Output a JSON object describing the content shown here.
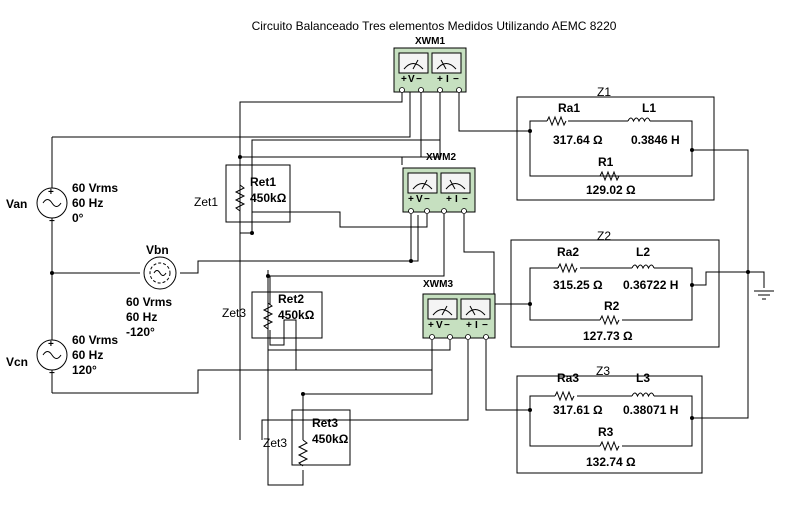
{
  "title": "Circuito Balanceado Tres elementos Medidos Utilizando AEMC 8220",
  "wattmeters": [
    {
      "name": "XWM1",
      "v_label": "V",
      "i_label": "I"
    },
    {
      "name": "XWM2",
      "v_label": "V",
      "i_label": "I"
    },
    {
      "name": "XWM3",
      "v_label": "V",
      "i_label": "I"
    }
  ],
  "sources": [
    {
      "name": "Van",
      "voltage": "60 Vrms",
      "frequency": "60 Hz",
      "phase": "0°"
    },
    {
      "name": "Vbn",
      "voltage": "60 Vrms",
      "frequency": "60 Hz",
      "phase": "-120°"
    },
    {
      "name": "Vcn",
      "voltage": "60 Vrms",
      "frequency": "60 Hz",
      "phase": "120°"
    }
  ],
  "zet_resistors": [
    {
      "group": "Zet1",
      "name": "Ret1",
      "value": "450kΩ"
    },
    {
      "group": "Zet3",
      "name": "Ret2",
      "value": "450kΩ"
    },
    {
      "group": "Zet3",
      "name": "Ret3",
      "value": "450kΩ"
    }
  ],
  "loads": [
    {
      "name": "Z1",
      "ra_name": "Ra1",
      "ra_value": "317.64 Ω",
      "l_name": "L1",
      "l_value": "0.3846 H",
      "r_name": "R1",
      "r_value": "129.02 Ω"
    },
    {
      "name": "Z2",
      "ra_name": "Ra2",
      "ra_value": "315.25 Ω",
      "l_name": "L2",
      "l_value": "0.36722 H",
      "r_name": "R2",
      "r_value": "127.73 Ω"
    },
    {
      "name": "Z3",
      "ra_name": "Ra3",
      "ra_value": "317.61 Ω",
      "l_name": "L3",
      "l_value": "0.38071 H",
      "r_name": "R3",
      "r_value": "132.74 Ω"
    }
  ],
  "symbols": {
    "plus": "+",
    "minus": "−"
  }
}
